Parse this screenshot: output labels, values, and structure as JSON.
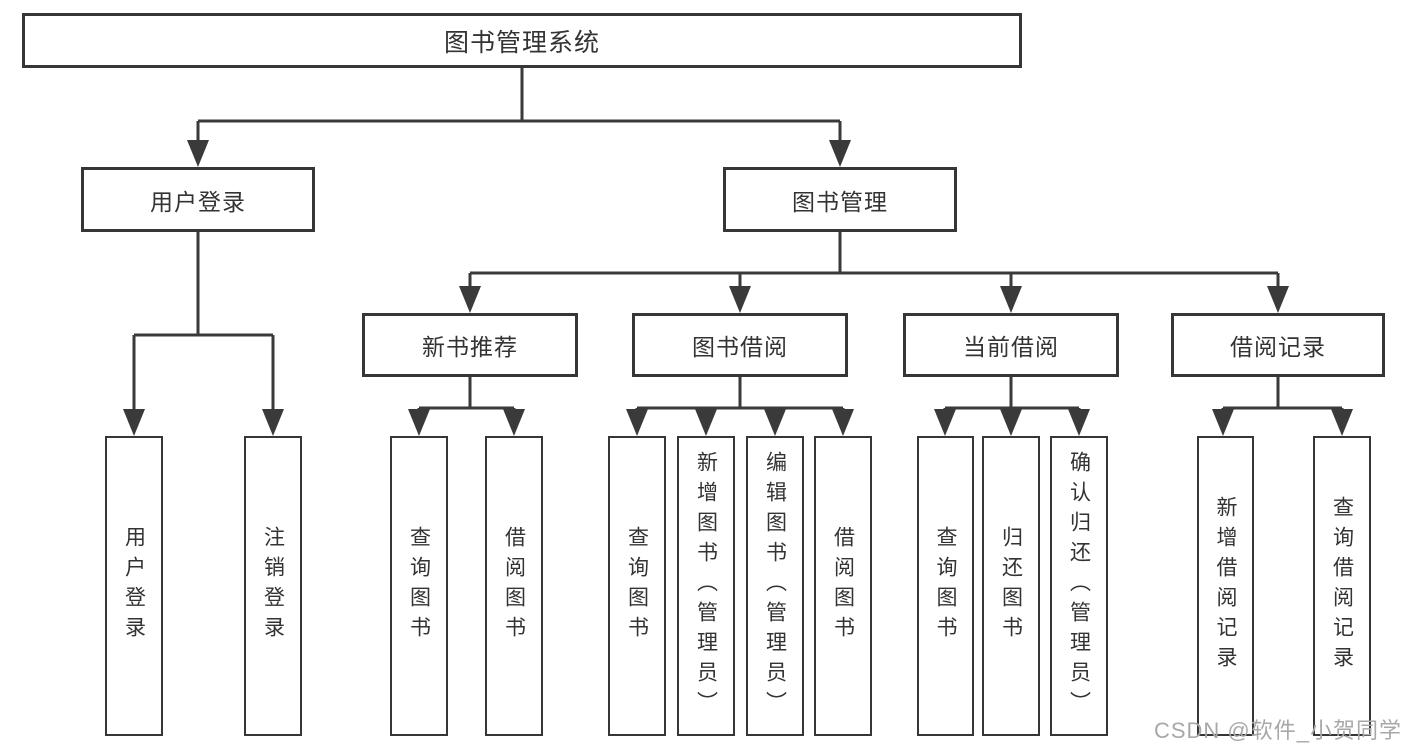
{
  "tree": {
    "label": "图书管理系统",
    "children": [
      {
        "label": "用户登录",
        "children": [
          {
            "label": "用户登录"
          },
          {
            "label": "注销登录"
          }
        ]
      },
      {
        "label": "图书管理",
        "children": [
          {
            "label": "新书推荐",
            "children": [
              {
                "label": "查询图书"
              },
              {
                "label": "借阅图书"
              }
            ]
          },
          {
            "label": "图书借阅",
            "children": [
              {
                "label": "查询图书"
              },
              {
                "label": "新增图书（管理员）"
              },
              {
                "label": "编辑图书（管理员）"
              },
              {
                "label": "借阅图书"
              }
            ]
          },
          {
            "label": "当前借阅",
            "children": [
              {
                "label": "查询图书"
              },
              {
                "label": "归还图书"
              },
              {
                "label": "确认归还（管理员）"
              }
            ]
          },
          {
            "label": "借阅记录",
            "children": [
              {
                "label": "新增借阅记录"
              },
              {
                "label": "查询借阅记录"
              }
            ]
          }
        ]
      }
    ]
  },
  "watermark": {
    "text": "CSDN @软件_小贺同学"
  },
  "colors": {
    "background": "#ffffff",
    "line": "#3a3a3a",
    "box_border": "#363636",
    "text": "#333333",
    "watermark": "#a8a8a8"
  }
}
